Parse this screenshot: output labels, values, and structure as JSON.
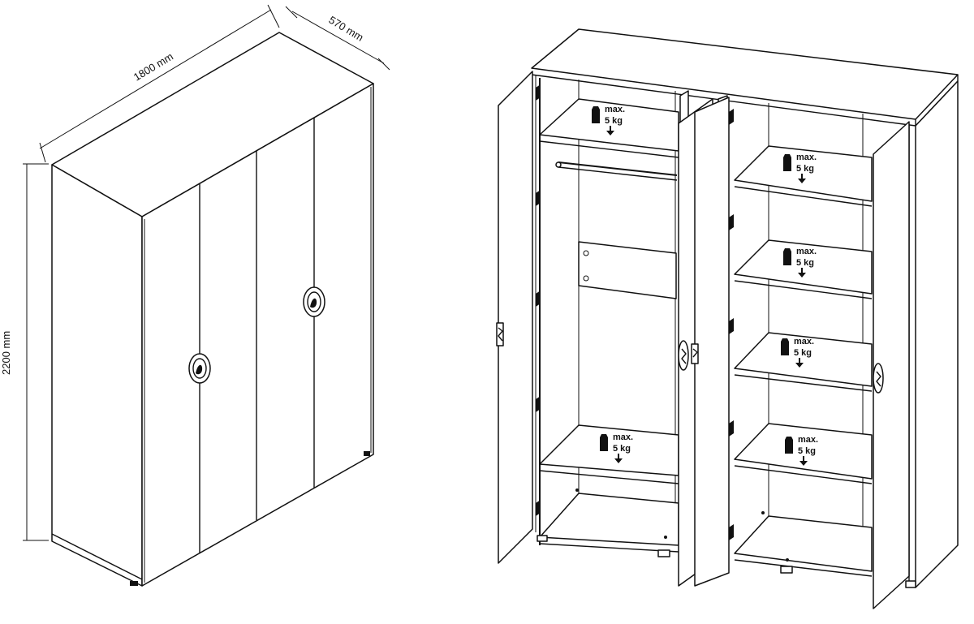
{
  "dimensions": {
    "width": "1800 mm",
    "depth": "570 mm",
    "height": "2200 mm"
  },
  "load_labels": [
    {
      "max": "max.",
      "weight": "5 kg"
    },
    {
      "max": "max.",
      "weight": "5 kg"
    },
    {
      "max": "max.",
      "weight": "5 kg"
    },
    {
      "max": "max.",
      "weight": "5 kg"
    },
    {
      "max": "max.",
      "weight": "5 kg"
    },
    {
      "max": "max.",
      "weight": "5 kg"
    }
  ],
  "icons": [
    "weight-icon",
    "down-arrow-icon",
    "handle-icon",
    "hinge-icon"
  ]
}
